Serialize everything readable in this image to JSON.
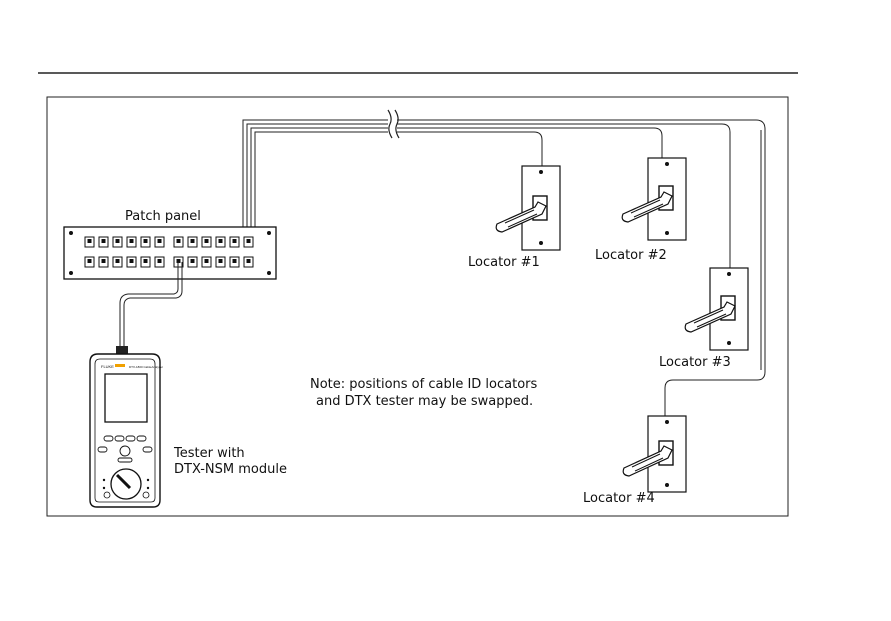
{
  "diagram": {
    "patch_panel_label": "Patch panel",
    "locators": [
      {
        "label": "Locator #1"
      },
      {
        "label": "Locator #2"
      },
      {
        "label": "Locator #3"
      },
      {
        "label": "Locator #4"
      }
    ],
    "tester_label_line1": "Tester with",
    "tester_label_line2": "DTX-NSM module",
    "note_line1": "Note: positions of cable ID locators",
    "note_line2": "and DTX tester may be swapped.",
    "tester_brand": "FLUKE",
    "tester_model": "DTX-1800 CableAnalyzer"
  },
  "colors": {
    "line": "#1a1a1a",
    "brand_accent": "#f0a000",
    "background": "#ffffff"
  }
}
